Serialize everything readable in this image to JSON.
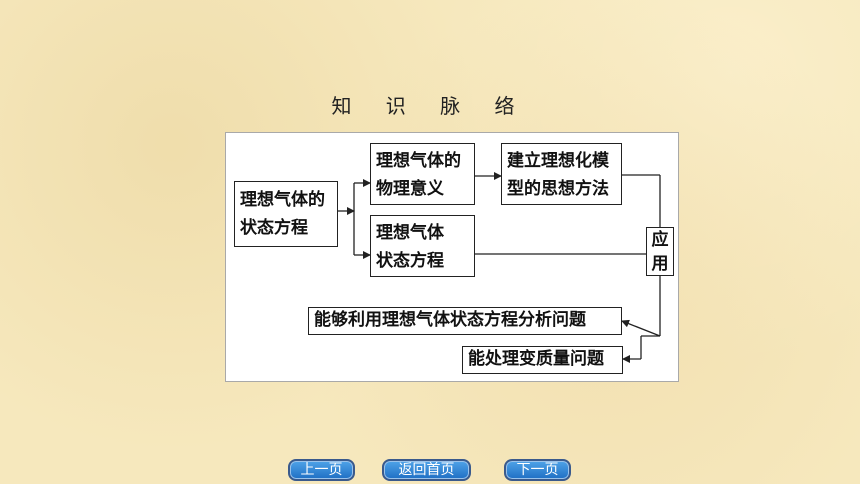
{
  "title": "知 识 脉 络",
  "diagram": {
    "root": [
      "理想气体的",
      "状态方程"
    ],
    "branch_top": [
      "理想气体的",
      "物理意义"
    ],
    "branch_bottom": [
      "理想气体",
      "状态方程"
    ],
    "model": [
      "建立理想化模",
      "型的思想方法"
    ],
    "apply": [
      "应",
      "用"
    ],
    "outcome_1": "能够利用理想气体状态方程分析问题",
    "outcome_2": "能处理变质量问题"
  },
  "nav": {
    "prev": "上一页",
    "home": "返回首页",
    "next": "下一页"
  }
}
